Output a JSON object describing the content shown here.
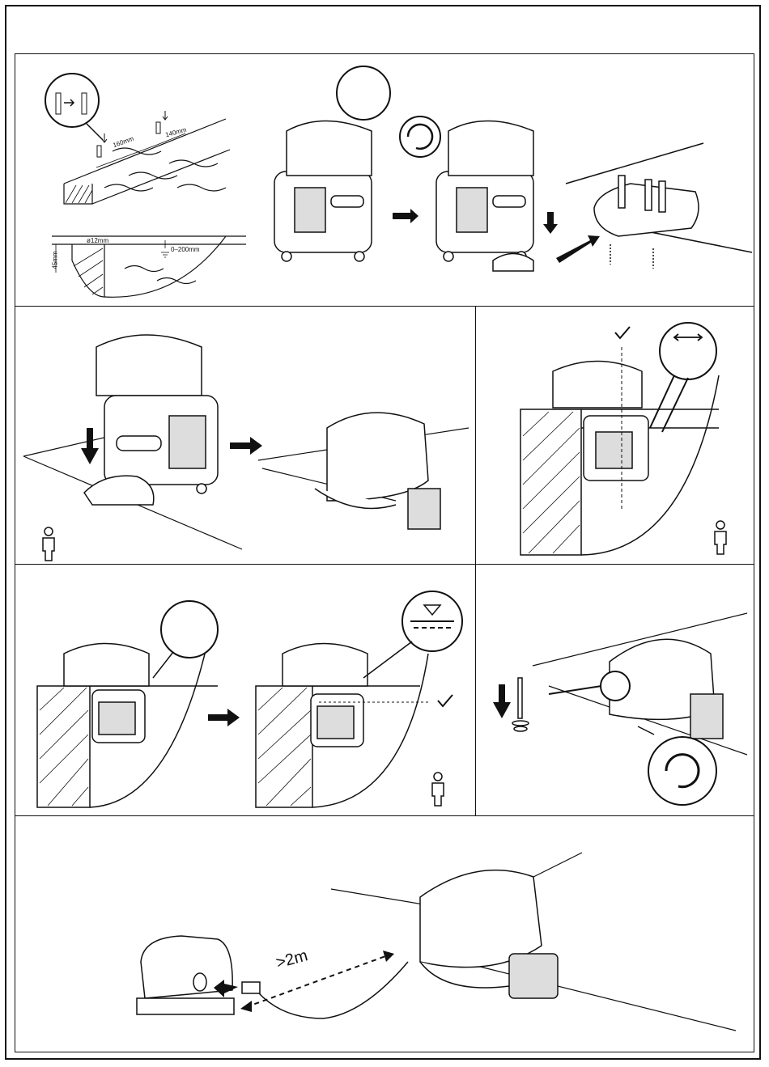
{
  "step1": {
    "dim_a": "160mm",
    "dim_b": "140mm",
    "dim_drill": "ø12mm",
    "dim_depth": "45mm",
    "dim_water": "0–200mm"
  },
  "step6": {
    "distance": ">2m"
  },
  "icons": {
    "check": "checkmark-icon",
    "person": "person-icon",
    "water_level": "water-level-icon",
    "rotate": "rotate-arrow-icon",
    "horizontal": "double-arrow-icon"
  }
}
